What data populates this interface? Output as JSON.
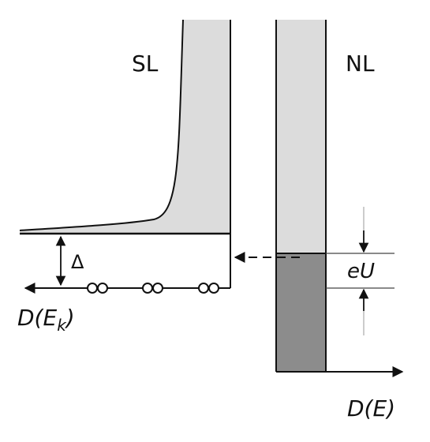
{
  "labels": {
    "superconductor": "SL",
    "normal_metal": "NL",
    "gap": "Δ",
    "bias_energy": "eU",
    "dos_quasiparticle": "D(E",
    "dos_quasiparticle_sub": "k",
    "dos_quasiparticle_close": ")",
    "dos_normal": "D(E)"
  },
  "colors": {
    "light_fill": "#dcdcdc",
    "dark_fill": "#8c8c8c",
    "stroke": "#111111",
    "guide": "#aaaaaa"
  },
  "icons": {
    "quasiparticle": "open-circle-pair"
  }
}
